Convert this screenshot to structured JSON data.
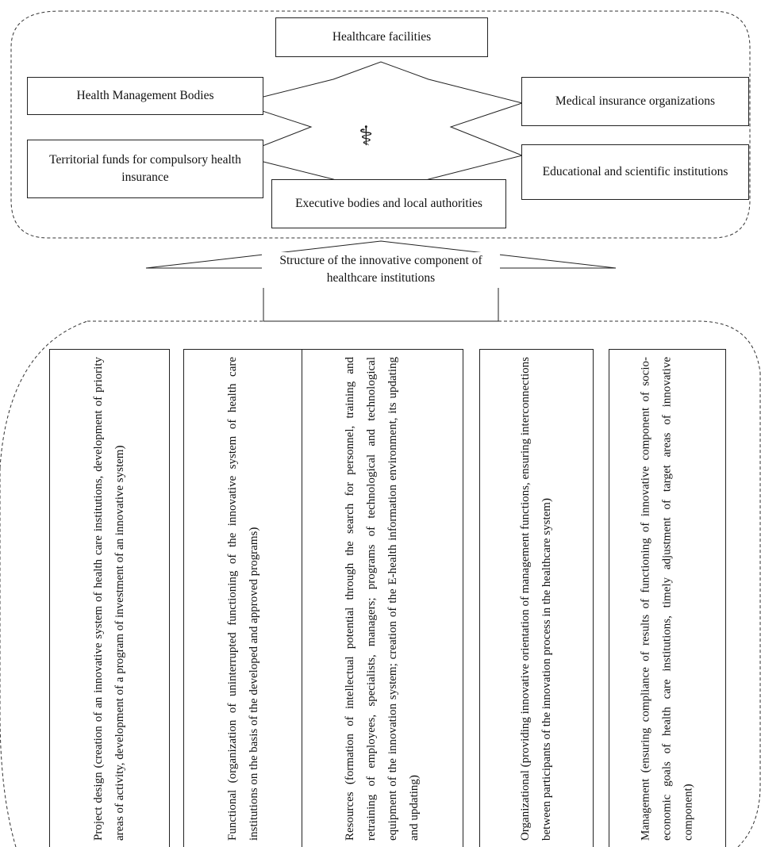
{
  "top_group": {
    "center_box": "Healthcare facilities",
    "left_boxes": [
      "Health Management Bodies",
      "Territorial funds for compulsory health insurance"
    ],
    "right_boxes": [
      "Medical insurance organizations",
      "Educational and scientific institutions"
    ],
    "bottom_box": "Executive bodies and local authorities",
    "emblem_icon": "caduceus-bowl-icon"
  },
  "structure_caption": "Structure of the innovative component of healthcare institutions",
  "components": [
    "Project design (creation of an innovative system of health care institutions, development of priority areas of activity, development of a program of investment of an innovative system)",
    "Functional (organization of uninterrupted functioning of the innovative system of health care institutions on the basis of the developed and approved programs)",
    "Resources (formation of intellectual potential through the search for personnel, training and retraining of employees, specialists, managers; programs of technological and technological equipment of the innovation system; creation of the E-health information environment, its updating and updating)",
    "Organizational (providing innovative orientation of management functions, ensuring interconnections between participants of the innovation process in the healthcare system)",
    "Management (ensuring compliance of results of functioning of innovative component of socio-economic goals of health care institutions, timely adjustment of target areas of innovative component)"
  ]
}
